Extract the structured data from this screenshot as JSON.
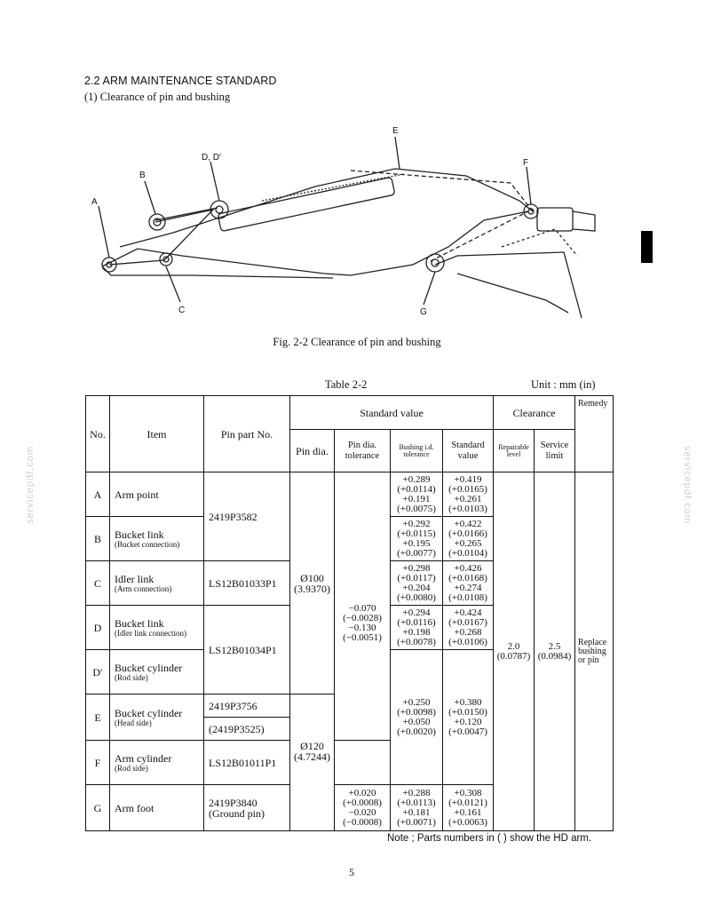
{
  "heading": "2.2 ARM MAINTENANCE STANDARD",
  "subheading": "(1)  Clearance of pin and bushing",
  "figure": {
    "caption": "Fig. 2-2   Clearance of pin and bushing",
    "labels": {
      "a": "A",
      "b": "B",
      "c": "C",
      "d": "D, D′",
      "e": "E",
      "f": "F",
      "g": "G"
    }
  },
  "table": {
    "title": "Table 2-2",
    "unit": "Unit : mm (in)",
    "headers": {
      "no": "No.",
      "item": "Item",
      "pin_part": "Pin part No.",
      "standard": "Standard value",
      "pin_dia": "Pin dia.",
      "pin_tol": "Pin dia. tolerance",
      "bush_tol": "Bushing i.d. tolerance",
      "std_value": "Standard value",
      "clearance": "Clearance",
      "repairable": "Repairable level",
      "service": "Service limit",
      "remedy": "Remedy"
    },
    "rows": {
      "a": {
        "no": "A",
        "item": "Arm point",
        "sub": ""
      },
      "b": {
        "no": "B",
        "item": "Bucket link",
        "sub": "(Bucket connection)"
      },
      "c": {
        "no": "C",
        "item": "Idler link",
        "sub": "(Arm connection)"
      },
      "d": {
        "no": "D",
        "item": "Bucket link",
        "sub": "(Idler link connection)"
      },
      "dp": {
        "no": "D′",
        "item": "Bucket cylinder",
        "sub": "(Rod side)"
      },
      "e": {
        "no": "E",
        "item": "Bucket cylinder",
        "sub": "(Head side)"
      },
      "f": {
        "no": "F",
        "item": "Arm cylinder",
        "sub": "(Rod side)"
      },
      "g": {
        "no": "G",
        "item": "Arm foot",
        "sub": ""
      }
    },
    "parts": {
      "ab": "2419P3582",
      "c": "LS12B01033P1",
      "ddp": "LS12B01034P1",
      "e1": "2419P3756",
      "e2": "(2419P3525)",
      "f": "LS12B01011P1",
      "g1": "2419P3840",
      "g2": "(Ground pin)"
    },
    "pin_dia": {
      "a_to_e": [
        "Ø100",
        "(3.9370)"
      ],
      "e_to_g": [
        "Ø120",
        "(4.7244)"
      ]
    },
    "pin_tol": {
      "a_to_f": [
        "−0.070",
        "(−0.0028)",
        "−0.130",
        "(−0.0051)"
      ],
      "g": [
        "+0.020",
        "(+0.0008)",
        "−0.020",
        "(−0.0008)"
      ]
    },
    "bush_tol": {
      "a": [
        "+0.289",
        "(+0.0114)",
        "+0.191",
        "(+0.0075)"
      ],
      "b": [
        "+0.292",
        "(+0.0115)",
        "+0.195",
        "(+0.0077)"
      ],
      "c": [
        "+0.298",
        "(+0.0117)",
        "+0.204",
        "(+0.0080)"
      ],
      "d": [
        "+0.294",
        "(+0.0116)",
        "+0.198",
        "(+0.0078)"
      ],
      "ef": [
        "+0.250",
        "(+0.0098)",
        "+0.050",
        "(+0.0020)"
      ],
      "g": [
        "+0.288",
        "(+0.0113)",
        "+0.181",
        "(+0.0071)"
      ]
    },
    "std_val": {
      "a": [
        "+0.419",
        "(+0.0165)",
        "+0.261",
        "(+0.0103)"
      ],
      "b": [
        "+0.422",
        "(+0.0166)",
        "+0.265",
        "(+0.0104)"
      ],
      "c": [
        "+0.426",
        "(+0.0168)",
        "+0.274",
        "(+0.0108)"
      ],
      "d": [
        "+0.424",
        "(+0.0167)",
        "+0.268",
        "(+0.0106)"
      ],
      "ef": [
        "+0.380",
        "(+0.0150)",
        "+0.120",
        "(+0.0047)"
      ],
      "g": [
        "+0.308",
        "(+0.0121)",
        "+0.161",
        "(+0.0063)"
      ]
    },
    "repairable": [
      "2.0",
      "(0.0787)"
    ],
    "service": [
      "2.5",
      "(0.0984)"
    ],
    "remedy": [
      "Replace",
      "bushing",
      "or pin"
    ]
  },
  "note": "Note ; Parts numbers in (     ) show the HD arm.",
  "page_number": "5",
  "watermark": "servicepdf.com"
}
